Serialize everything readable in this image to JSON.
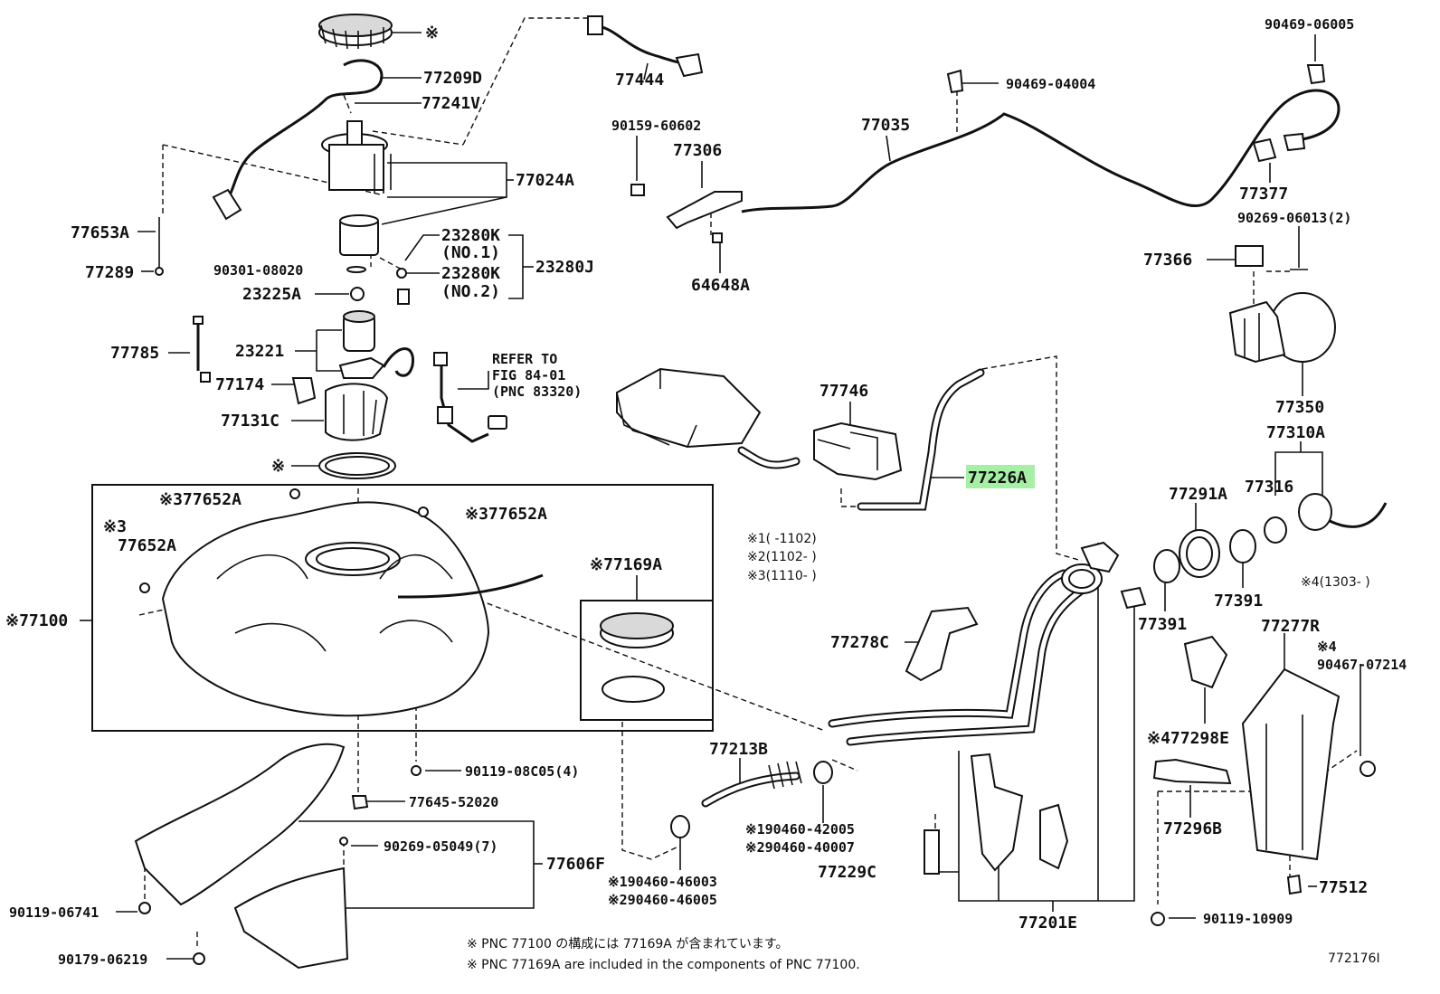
{
  "diagram": {
    "ref_id": "772176I",
    "labels": {
      "p77209D": "77209D",
      "p77241V": "77241V",
      "p77024A": "77024A",
      "p77653A": "77653A",
      "p77289": "77289",
      "p90301": "90301-08020",
      "p23280K1": "23280K",
      "p23280K1n": "(NO.1)",
      "p23280K2": "23280K",
      "p23280K2n": "(NO.2)",
      "p23280J": "23280J",
      "p23225A": "23225A",
      "p23221": "23221",
      "p77785": "77785",
      "p77174": "77174",
      "p77131C": "77131C",
      "refer1": "REFER TO",
      "refer2": "FIG 84-01",
      "refer3": "(PNC 83320)",
      "p77444": "77444",
      "p90159": "90159-60602",
      "p77306": "77306",
      "p64648A": "64648A",
      "p77035": "77035",
      "p90469_04004": "90469-04004",
      "p90469_06005": "90469-06005",
      "p77377": "77377",
      "p90269_06013": "90269-06013(2)",
      "p77366": "77366",
      "p77350": "77350",
      "p77746": "77746",
      "p77226A": "77226A",
      "p77310A": "77310A",
      "p77291A": "77291A",
      "p77316": "77316",
      "p77391a": "77391",
      "p77391b": "77391",
      "p77652A_1": "※377652A",
      "p77652A_2": "※377652A",
      "p77652A_3a": "※3",
      "p77652A_3b": "77652A",
      "p77100": "※77100",
      "p77169A": "※77169A",
      "mark1": "※",
      "mark2": "※",
      "v1": "※1(  -1102)",
      "v2": "※2(1102-  )",
      "v3": "※3(1110-  )",
      "v4": "※4(1303-  )",
      "p77278C": "77278C",
      "p77277R": "77277R",
      "p90467a": "※4",
      "p90467b": "90467-07214",
      "p77298E": "※477298E",
      "p77296B": "77296B",
      "p77213B": "77213B",
      "p90460_42005": "※190460-42005",
      "p90460_40007": "※290460-40007",
      "p90460_46003": "※190460-46003",
      "p90460_46005": "※290460-46005",
      "p90119_08C05": "90119-08C05(4)",
      "p77645": "77645-52020",
      "p90269_05049": "90269-05049(7)",
      "p77606F": "77606F",
      "p90119_06741": "90119-06741",
      "p90179": "90179-06219",
      "p77229C": "77229C",
      "p77201E": "77201E",
      "p90119_10909": "90119-10909",
      "p77512": "77512"
    },
    "notes": {
      "jp": "※ PNC 77100 の構成には 77169A が含まれています。",
      "en": "※ PNC 77169A are included in the components of PNC 77100."
    },
    "highlight_color": "#a6f0a6"
  }
}
